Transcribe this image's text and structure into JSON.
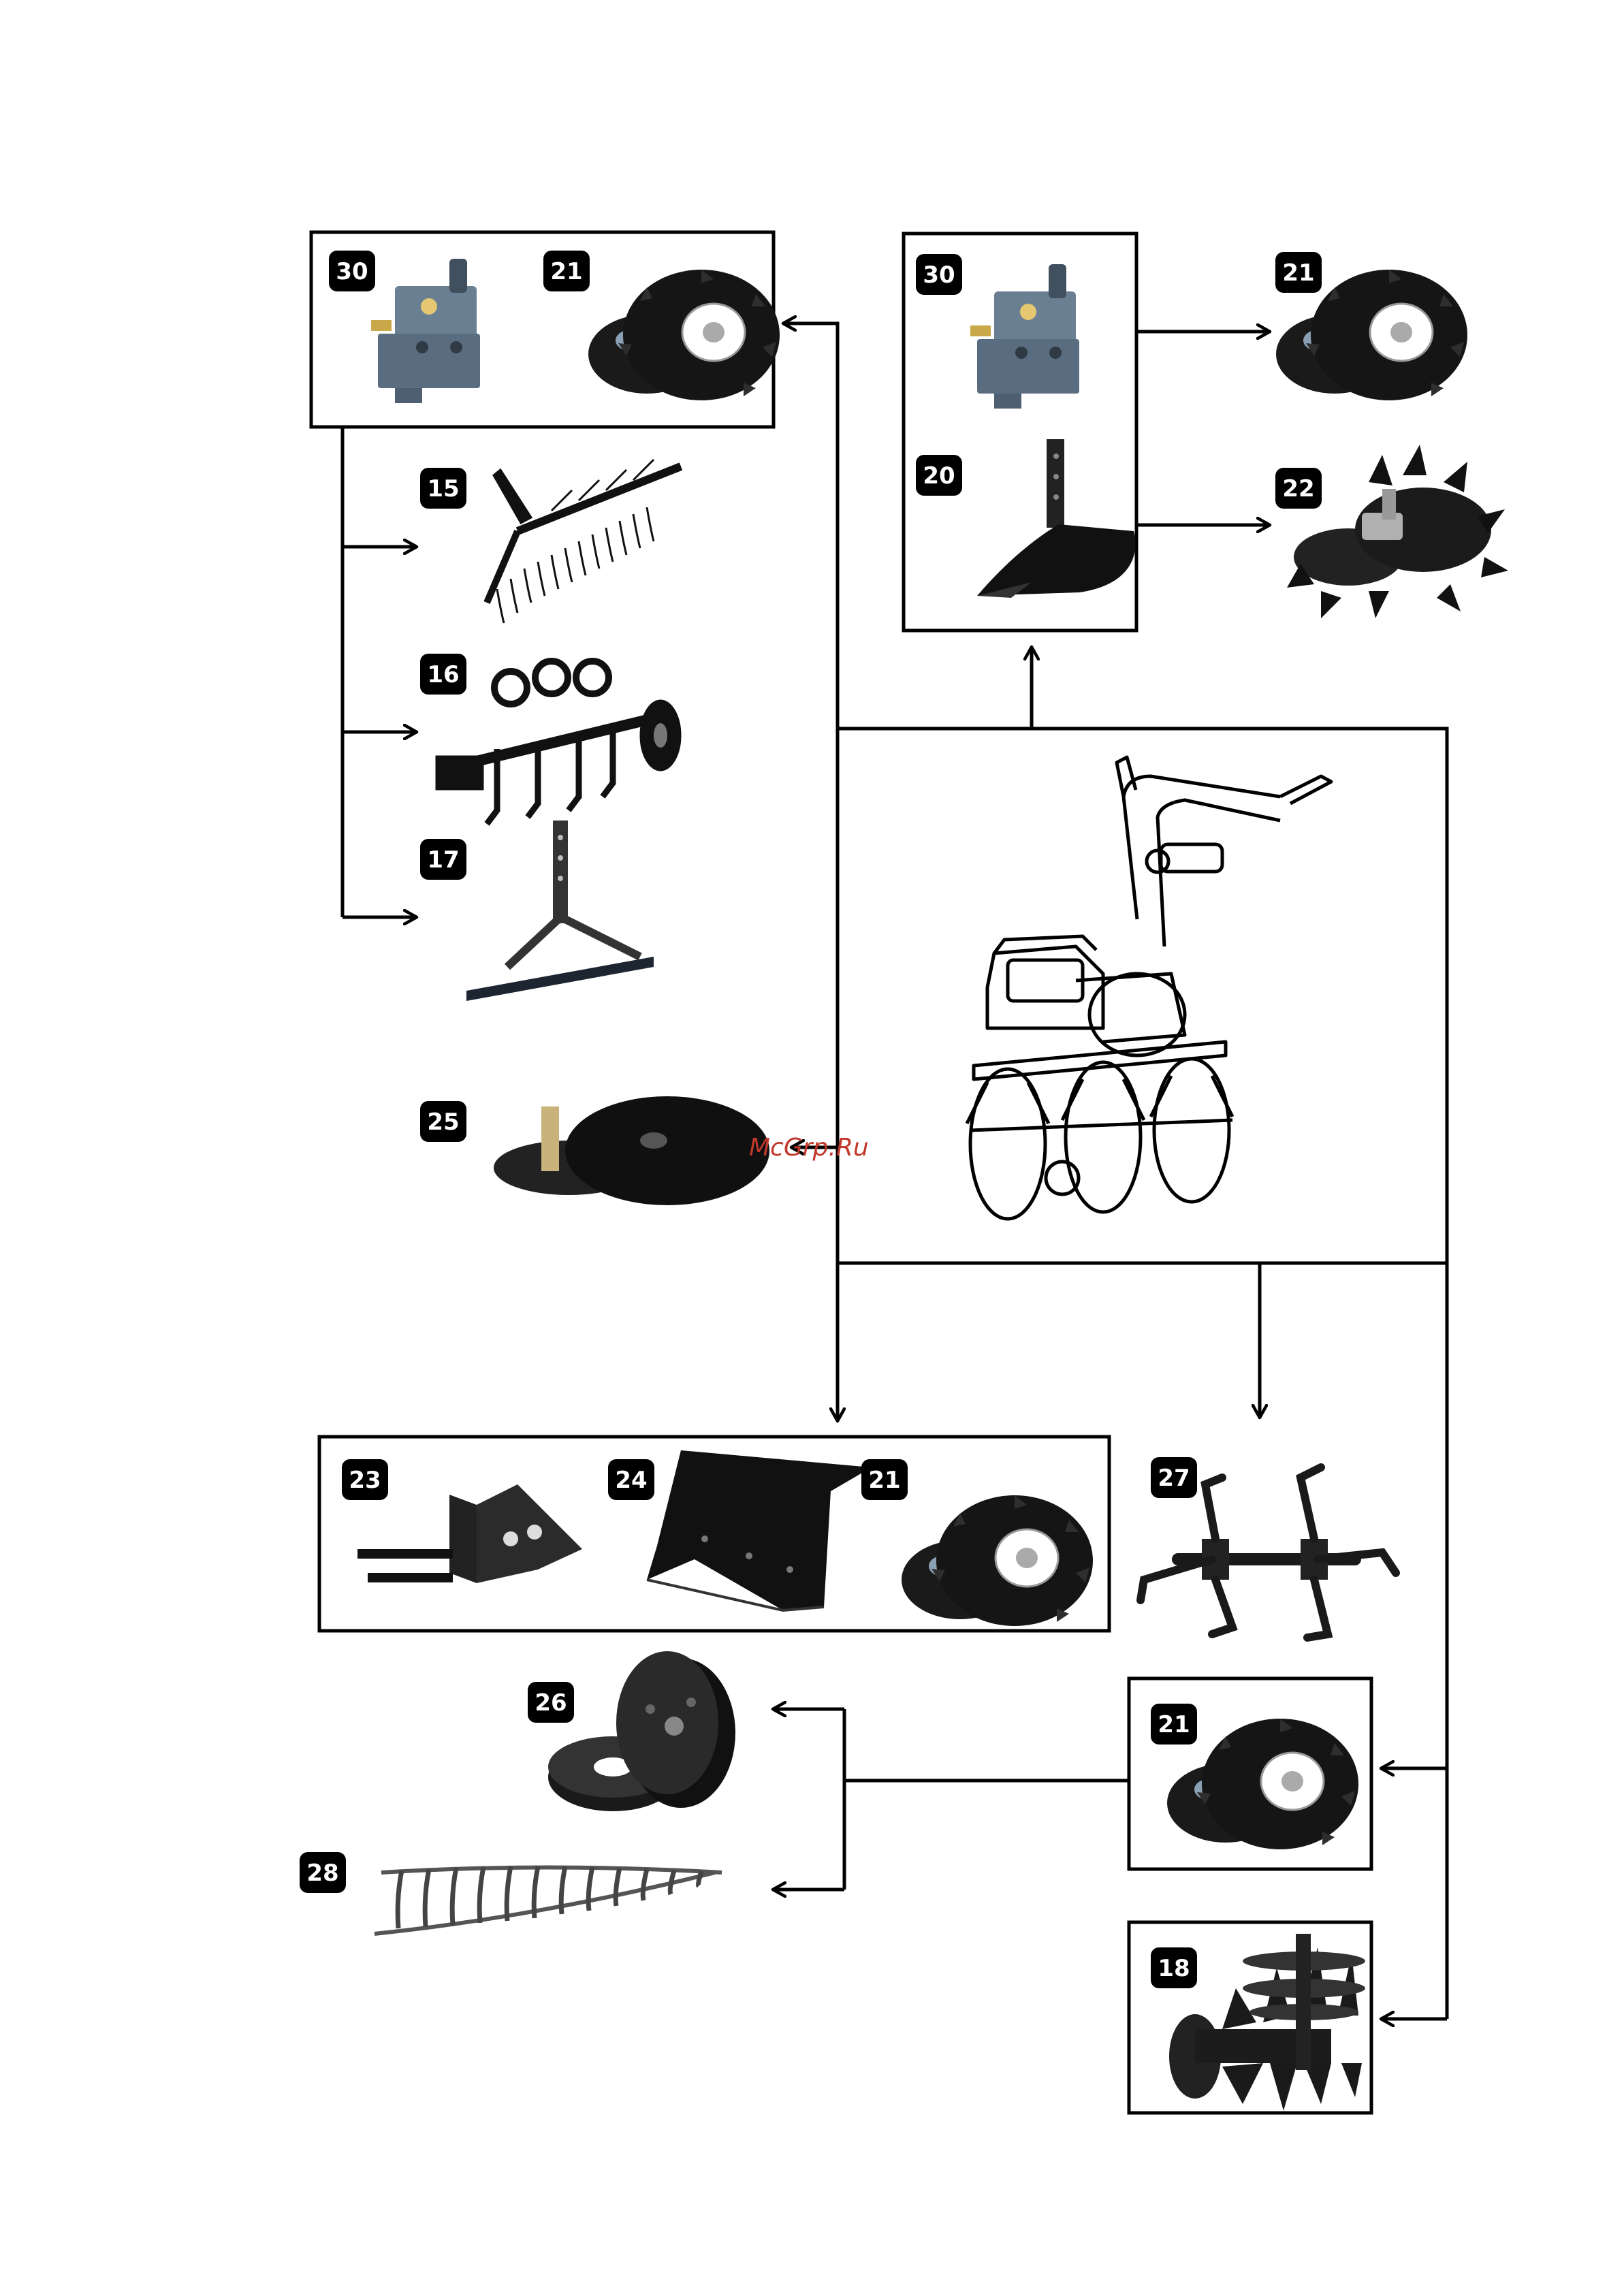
{
  "watermark": "McGrp.Ru",
  "colors": {
    "line": "#000000",
    "badge_bg": "#000000",
    "badge_text": "#ffffff",
    "part_dark": "#1a1a1a",
    "part_grey": "#6b7f93",
    "rim": "#ffffff",
    "watermark": "#c0392b"
  },
  "labels": {
    "a_30": "30",
    "a_21": "21",
    "b_30": "30",
    "b_20": "20",
    "b_21": "21",
    "b_22": "22",
    "c_15": "15",
    "c_16": "16",
    "c_17": "17",
    "c_25": "25",
    "d_23": "23",
    "d_24": "24",
    "d_21": "21",
    "e_27": "27",
    "f_26": "26",
    "f_28": "28",
    "g_21": "21",
    "h_18": "18"
  },
  "icons": {
    "hitch": "hitch-adapter-icon",
    "wheel": "wheel-icon",
    "plough": "plough-icon",
    "lug_wheel": "lug-wheel-icon",
    "harrow": "harrow-icon",
    "cultivator": "cultivator-icon",
    "hiller": "hiller-icon",
    "disc": "disc-hiller-icon",
    "snow_blade": "snow-blade-icon",
    "tiller": "tiller-blade-icon",
    "weight": "wheel-weight-icon",
    "chain": "snow-chain-icon",
    "rotor": "weeding-rotor-icon",
    "machine": "motor-cultivator-icon"
  }
}
